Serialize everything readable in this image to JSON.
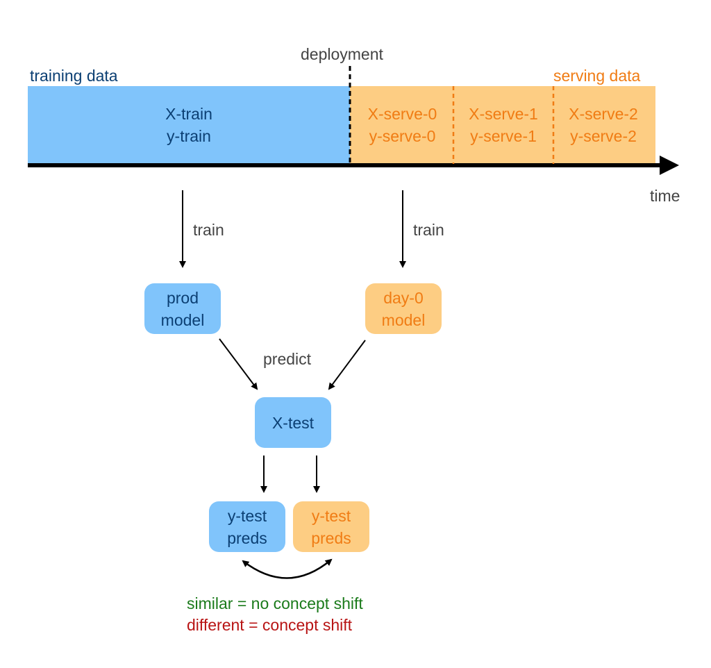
{
  "timeline": {
    "deployment_label": "deployment",
    "time_label": "time",
    "training_data_label": "training data",
    "serving_data_label": "serving data",
    "training_block": {
      "line1": "X-train",
      "line2": "y-train"
    },
    "serving_blocks": [
      {
        "line1": "X-serve-0",
        "line2": "y-serve-0"
      },
      {
        "line1": "X-serve-1",
        "line2": "y-serve-1"
      },
      {
        "line1": "X-serve-2",
        "line2": "y-serve-2"
      }
    ]
  },
  "flow": {
    "train_label_left": "train",
    "train_label_right": "train",
    "predict_label": "predict",
    "prod_model": {
      "line1": "prod",
      "line2": "model"
    },
    "day0_model": {
      "line1": "day-0",
      "line2": "model"
    },
    "x_test": "X-test",
    "preds_blue": {
      "line1": "y-test",
      "line2": "preds"
    },
    "preds_orange": {
      "line1": "y-test",
      "line2": "preds"
    }
  },
  "legend": {
    "similar": "similar = no concept shift",
    "different": "different = concept shift"
  },
  "colors": {
    "training_blue": "#80c4fb",
    "serving_orange": "#fdcd83",
    "dark_blue_text": "#0b3f73",
    "orange_text": "#f07c14",
    "similar_green": "#1a7a1a",
    "different_red": "#b81414"
  }
}
